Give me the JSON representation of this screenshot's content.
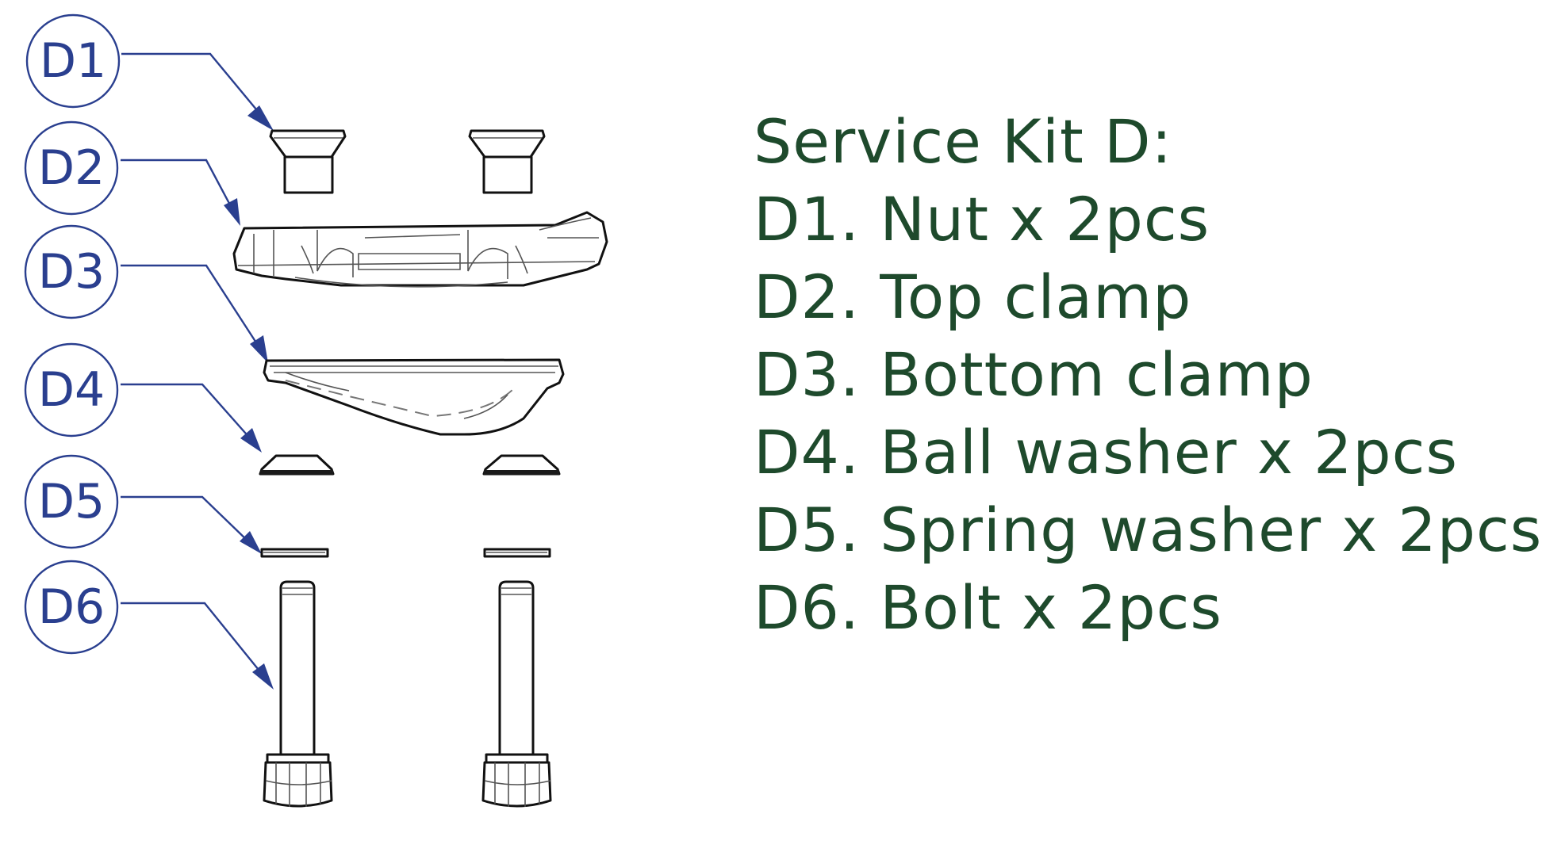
{
  "callouts": [
    {
      "label": "D1"
    },
    {
      "label": "D2"
    },
    {
      "label": "D3"
    },
    {
      "label": "D4"
    },
    {
      "label": "D5"
    },
    {
      "label": "D6"
    }
  ],
  "kit": {
    "title": "Service Kit D:",
    "items": [
      "D1. Nut x 2pcs",
      "D2. Top clamp",
      "D3. Bottom clamp",
      "D4. Ball washer x 2pcs",
      "D5. Spring washer x 2pcs",
      "D6. Bolt x 2pcs"
    ]
  },
  "colors": {
    "callout": "#2a3f8f",
    "list_text": "#1e4a2c",
    "part_outline": "#111111"
  }
}
